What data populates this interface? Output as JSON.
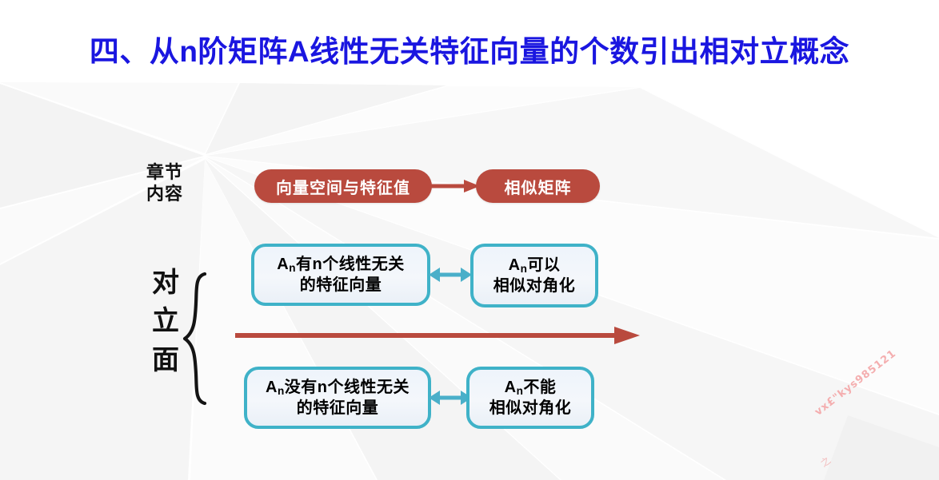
{
  "slide": {
    "title": "四、从n阶矩阵A线性无关特征向量的个数引出相对立概念",
    "title_color": "#1a16e0",
    "background_color": "#ffffff"
  },
  "labels": {
    "chapter_content": "章节\n内容",
    "chapter_content_line1": "章节",
    "chapter_content_line2": "内容",
    "opposite": "对立面",
    "opposite_chars": [
      "对",
      "立",
      "面"
    ]
  },
  "chapter_row": {
    "pill_color": "#b94a3e",
    "pill_text_color": "#ffffff",
    "items": [
      {
        "label": "向量空间与特征值"
      },
      {
        "label": "相似矩阵"
      }
    ],
    "connector": "single-right-arrow"
  },
  "opposite_rows": {
    "box_border_color": "#3fb2c8",
    "box_fill_color": "#f1f5fa",
    "box_text_color": "#000000",
    "connector": "double-headed-arrow",
    "rows": [
      {
        "left": {
          "line1_prefix": "A",
          "line1_sub": "n",
          "line1_rest": "有n个线性无关",
          "line2": "的特征向量"
        },
        "right": {
          "line1_prefix": "A",
          "line1_sub": "n",
          "line1_rest": "可以",
          "line2": "相似对角化"
        }
      },
      {
        "left": {
          "line1_prefix": "A",
          "line1_sub": "n",
          "line1_rest": "没有n个线性无关",
          "line2": "的特征向量"
        },
        "right": {
          "line1_prefix": "A",
          "line1_sub": "n",
          "line1_rest": "不能",
          "line2": "相似对角化"
        }
      }
    ]
  },
  "divider_arrow": {
    "color": "#b94a3e",
    "direction": "right"
  },
  "watermark": {
    "text": "vx£\"kys985121",
    "color": "#f4aaab",
    "secondary": "之"
  }
}
